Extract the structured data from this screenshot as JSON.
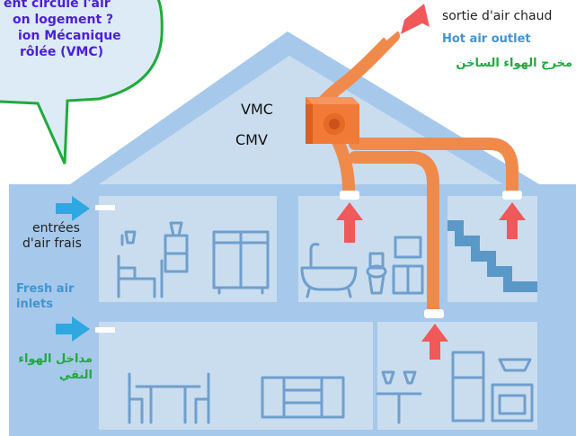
{
  "bubble": {
    "line1": "ent circule l'air",
    "line2": "on logement ?",
    "line3": "ion Mécanique",
    "line4": "rôlée (VMC)"
  },
  "unit": {
    "fr": "VMC",
    "en": "CMV"
  },
  "outlet": {
    "fr": "sortie d'air chaud",
    "en": "Hot air outlet",
    "ar": "مخرج الهواء الساخن"
  },
  "inlets": {
    "fr_line1": "entrées",
    "fr_line2": "d'air frais",
    "en_line1": "Fresh air",
    "en_line2": "inlets",
    "ar_line1": "مداخل الهواء",
    "ar_line2": "النقي"
  },
  "colors": {
    "house_fill": "#c9ddef",
    "house_wall": "#a6c8ea",
    "icon_stroke": "#6f9fcd",
    "inlet_arrow": "#2ea8e0",
    "exhaust_arrow": "#f0595a",
    "duct": "#f08a4b",
    "unit_box": "#f07a36",
    "bubble_fill": "#dcebf6",
    "bubble_border": "#1faa3c",
    "stairs": "#5a98c7"
  }
}
